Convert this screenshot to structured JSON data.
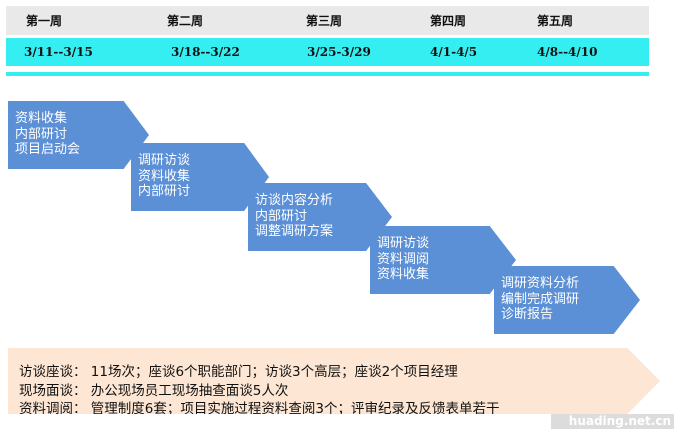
{
  "weeks": [
    "第一周",
    "第二周",
    "第三周",
    "第四周",
    "第五周"
  ],
  "dates": [
    "3/11--3/15",
    "3/18--3/22",
    "3/25-3/29",
    "4/1-4/5",
    "4/8--4/10"
  ],
  "steps": [
    [
      "资料收集",
      "内部研讨",
      "项目启动会"
    ],
    [
      "调研访谈",
      "资料收集",
      "内部研讨"
    ],
    [
      "访谈内容分析",
      "内部研讨",
      "调整调研方案"
    ],
    [
      "调研访谈",
      "资料调阅",
      "资料收集"
    ],
    [
      "调研资料分析",
      "编制完成调研",
      "诊断报告"
    ]
  ],
  "summary": [
    "访谈座谈：  11场次；座谈6个职能部门；访谈3个高层；座谈2个项目经理",
    "现场面谈：  办公现场员工现场抽查面谈5人次",
    "资料调阅：  管理制度6套；项目实施过程资料查阅3个；评审纪录及反馈表单若干"
  ],
  "watermark": "huading.net.cn",
  "colors": {
    "header_bg": "#e9e9e9",
    "band": "#35eef2",
    "arrow": "#5b8fd6",
    "summary_bg": "#fde6d3"
  }
}
